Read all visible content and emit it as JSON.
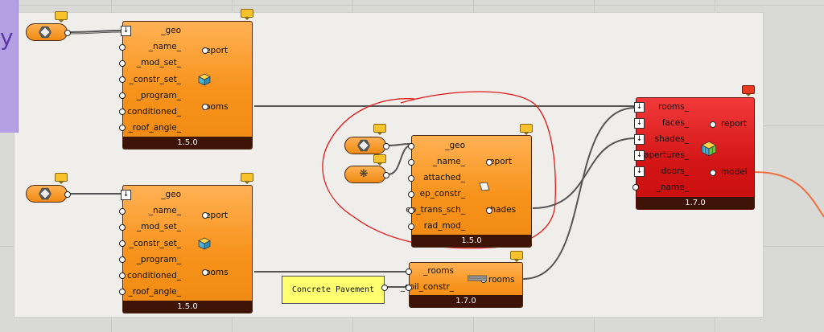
{
  "purple_glyph": "y",
  "comp_a": {
    "inputs": [
      "_geo",
      "_name_",
      "_mod_set_",
      "_constr_set_",
      "_program_",
      "conditioned_",
      "_roof_angle_"
    ],
    "outputs": [
      "report",
      "rooms"
    ],
    "version": "1.5.0"
  },
  "comp_b": {
    "inputs": [
      "_geo",
      "_name_",
      "_mod_set_",
      "_constr_set_",
      "_program_",
      "conditioned_",
      "_roof_angle_"
    ],
    "outputs": [
      "report",
      "rooms"
    ],
    "version": "1.5.0"
  },
  "comp_shade": {
    "inputs": [
      "_geo",
      "_name_",
      "attached_",
      "ep_constr_",
      "ep_trans_sch_",
      "rad_mod_"
    ],
    "outputs": [
      "report",
      "shades"
    ],
    "version": "1.5.0"
  },
  "comp_soil": {
    "inputs": [
      "_rooms",
      "_soil_constr_"
    ],
    "outputs": [
      "rooms"
    ],
    "version": "1.7.0"
  },
  "comp_model": {
    "inputs": [
      "rooms_",
      "faces_",
      "shades_",
      "apertures_",
      "doors_",
      "_name_"
    ],
    "outputs": [
      "report",
      "model"
    ],
    "version": "1.7.0"
  },
  "panel_text": "Concrete Pavement",
  "colors": {
    "component_orange": "#f7921a",
    "component_red": "#d21414",
    "annotation_red": "#e01818",
    "wire": "#555555",
    "output_wire": "#f07040"
  }
}
